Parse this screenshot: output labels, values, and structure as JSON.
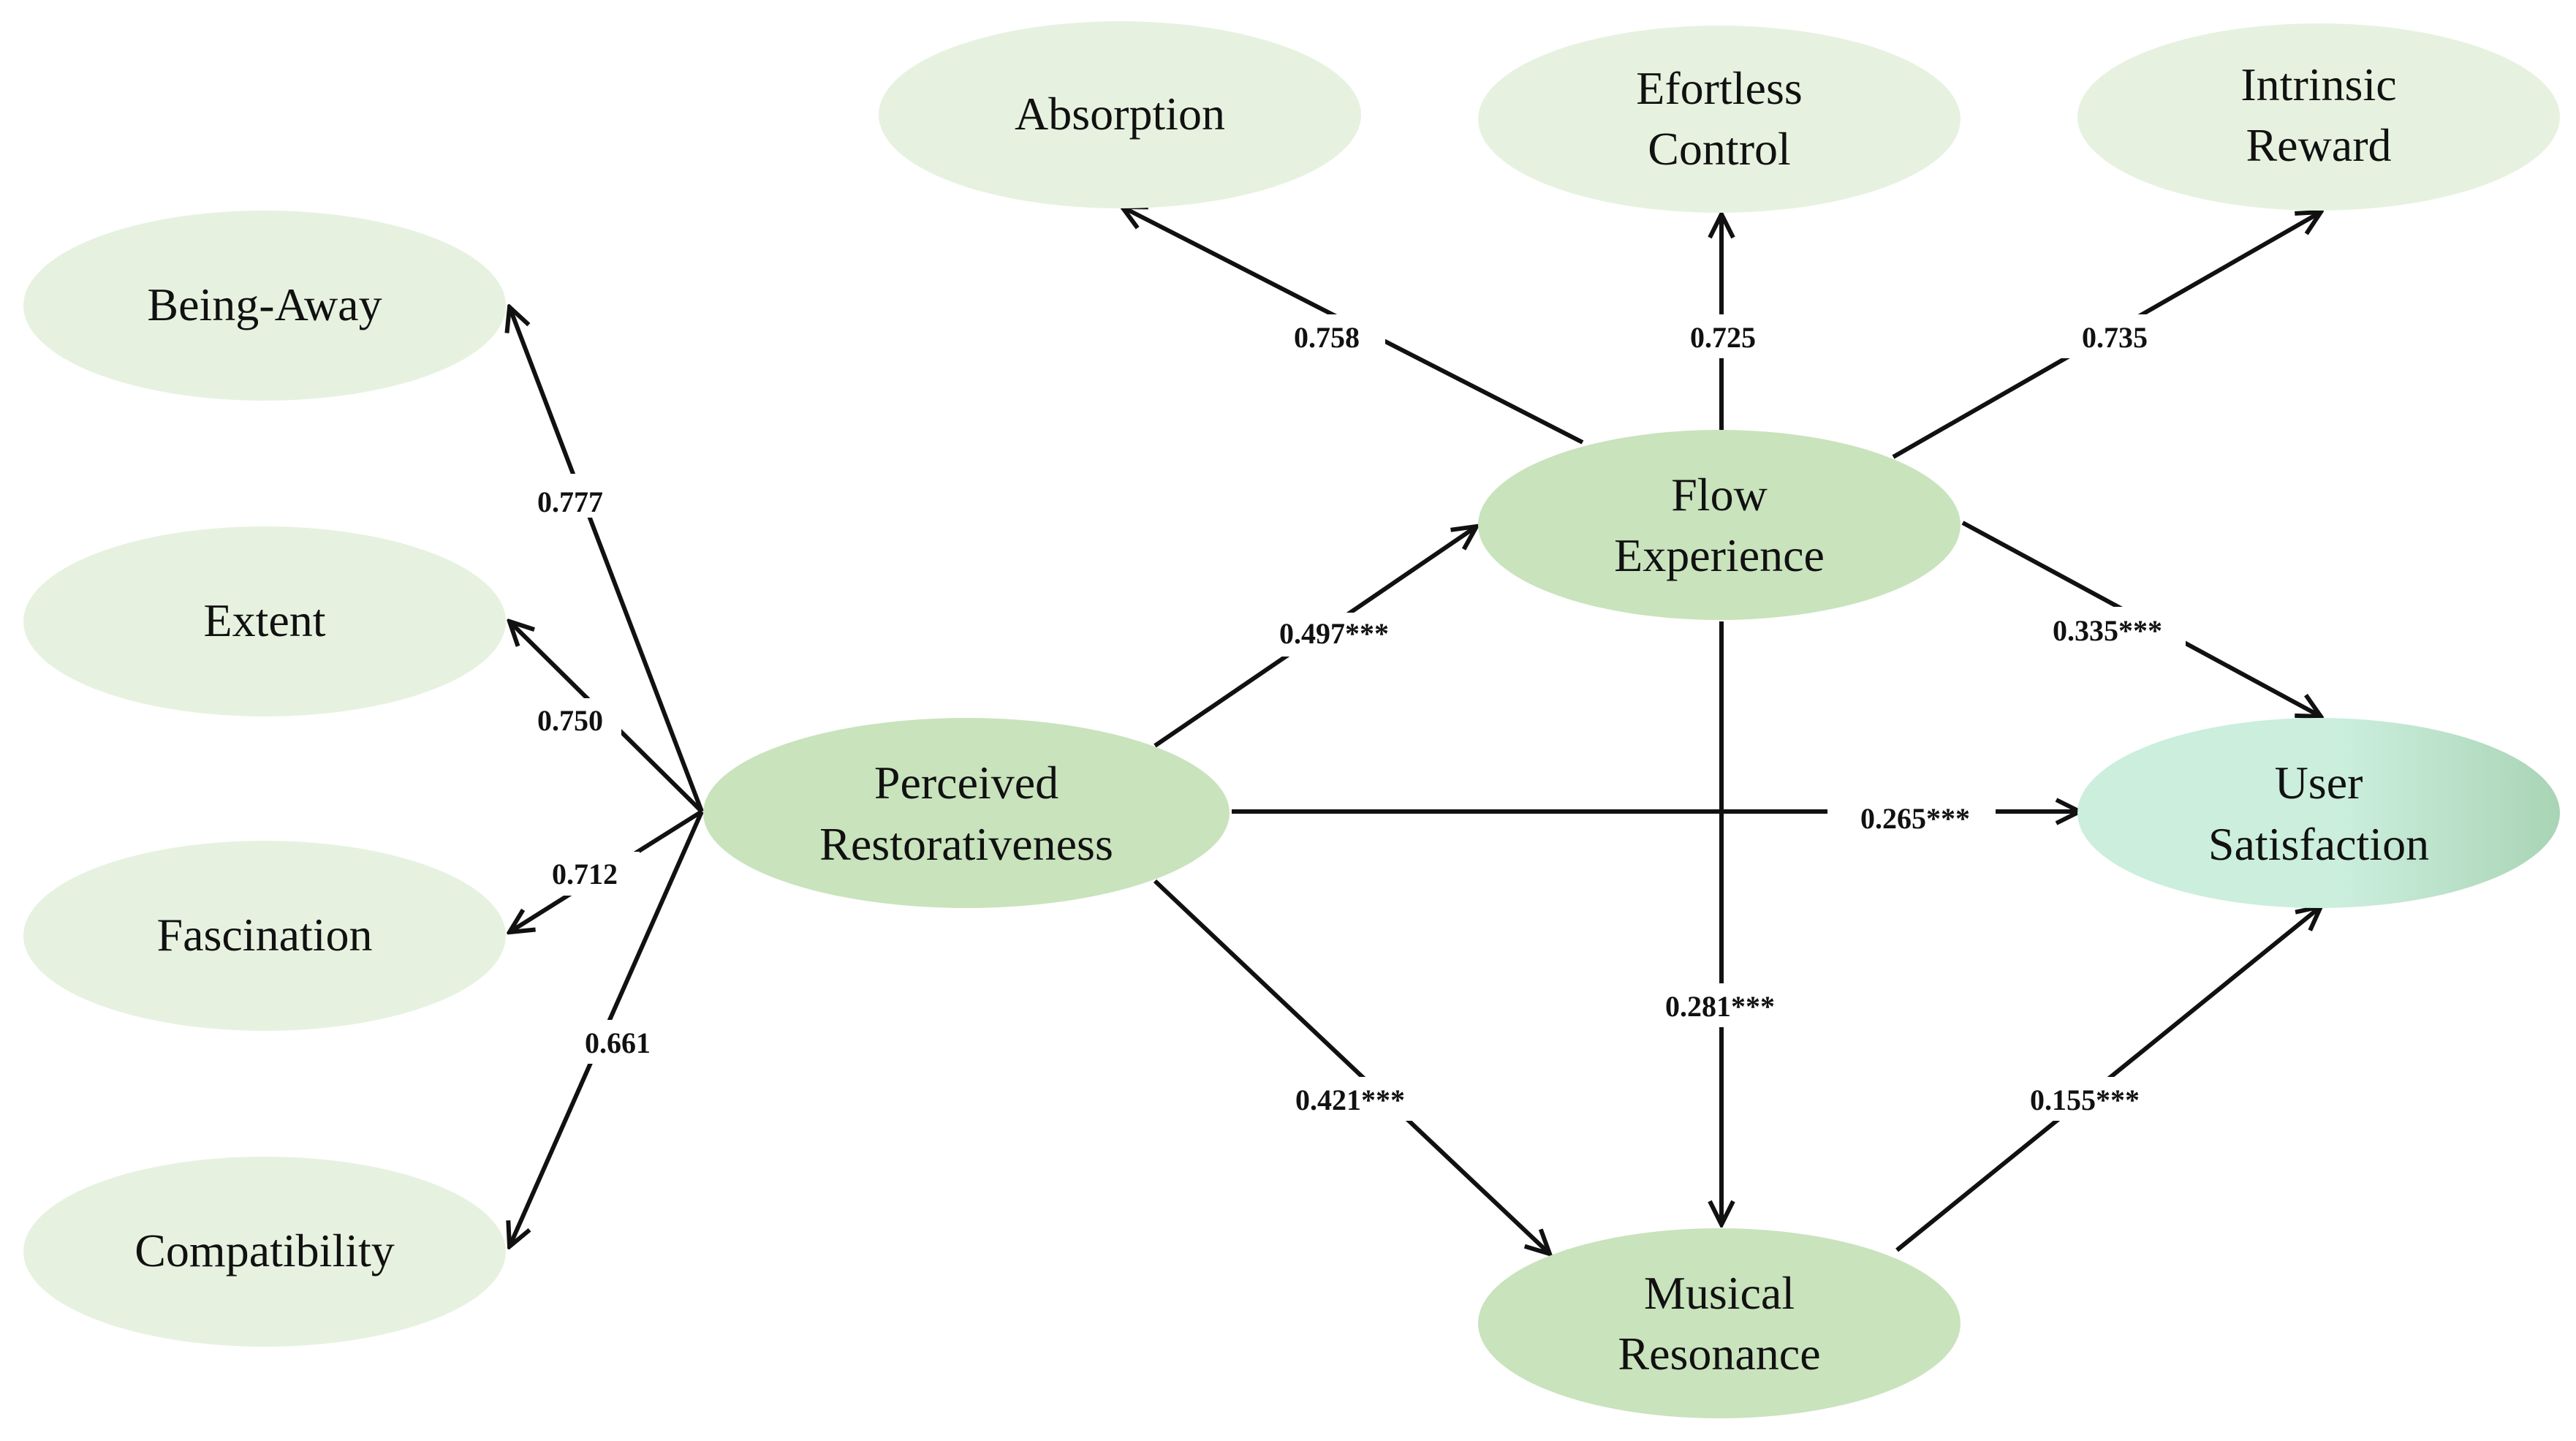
{
  "colors": {
    "indicator_fill": "#e6f2df",
    "construct_fill": "#c9e3bd",
    "outcome_fill_light": "#cbeedd",
    "outcome_fill_dark": "#a9d4b5",
    "line": "#111111"
  },
  "nodes": {
    "being_away": {
      "lines": [
        "Being-Away"
      ]
    },
    "extent": {
      "lines": [
        "Extent"
      ]
    },
    "fascination": {
      "lines": [
        "Fascination"
      ]
    },
    "compatibility": {
      "lines": [
        "Compatibility"
      ]
    },
    "perceived_restorativeness": {
      "lines": [
        "Perceived",
        "Restorativeness"
      ]
    },
    "absorption": {
      "lines": [
        "Absorption"
      ]
    },
    "effortless_control": {
      "lines": [
        "Efortless",
        "Control"
      ]
    },
    "intrinsic_reward": {
      "lines": [
        "Intrinsic",
        "Reward"
      ]
    },
    "flow_experience": {
      "lines": [
        "Flow",
        "Experience"
      ]
    },
    "user_satisfaction": {
      "lines": [
        "User",
        "Satisfaction"
      ]
    },
    "musical_resonance": {
      "lines": [
        "Musical",
        "Resonance"
      ]
    }
  },
  "edges": {
    "pr_being_away": "0.777",
    "pr_extent": "0.750",
    "pr_fascination": "0.712",
    "pr_compatibility": "0.661",
    "fe_absorption": "0.758",
    "fe_effortless_control": "0.725",
    "fe_intrinsic_reward": "0.735",
    "pr_fe": "0.497***",
    "fe_us": "0.335***",
    "pr_us": "0.265***",
    "fe_mr": "0.281***",
    "pr_mr": "0.421***",
    "mr_us": "0.155***"
  }
}
